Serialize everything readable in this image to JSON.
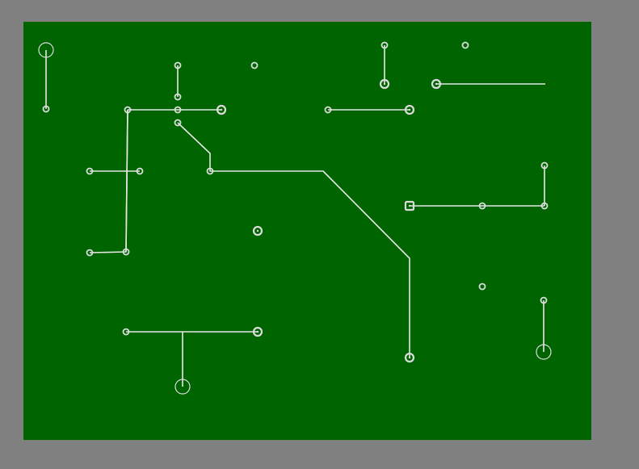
{
  "board": {
    "background_color": "#808080",
    "board_color": "#006400",
    "trace_color": "#E6E6E6",
    "pad_color": "#DCDCDC"
  },
  "pads": [
    {
      "id": "pad-1",
      "shape": "circle-large"
    },
    {
      "id": "pad-2",
      "shape": "circle-small"
    },
    {
      "id": "pad-3",
      "shape": "circle-small"
    },
    {
      "id": "pad-4",
      "shape": "circle-small"
    },
    {
      "id": "pad-5",
      "shape": "circle-small"
    },
    {
      "id": "pad-6",
      "shape": "circle-small"
    },
    {
      "id": "pad-7",
      "shape": "circle-small"
    },
    {
      "id": "pad-8",
      "shape": "circle-ring"
    },
    {
      "id": "pad-9",
      "shape": "circle-small"
    },
    {
      "id": "pad-10",
      "shape": "circle-small"
    },
    {
      "id": "pad-11",
      "shape": "circle-small"
    },
    {
      "id": "pad-12",
      "shape": "circle-small"
    },
    {
      "id": "pad-13",
      "shape": "circle-ring"
    },
    {
      "id": "pad-14",
      "shape": "circle-small"
    },
    {
      "id": "pad-15",
      "shape": "circle-small"
    },
    {
      "id": "pad-16",
      "shape": "circle-ring"
    },
    {
      "id": "pad-17",
      "shape": "circle-small"
    },
    {
      "id": "pad-18",
      "shape": "circle-ring"
    },
    {
      "id": "pad-19",
      "shape": "circle-ring"
    },
    {
      "id": "pad-20",
      "shape": "circle-small"
    },
    {
      "id": "pad-21",
      "shape": "circle-small"
    },
    {
      "id": "pad-22",
      "shape": "square-ring"
    },
    {
      "id": "pad-23",
      "shape": "circle-small"
    },
    {
      "id": "pad-24",
      "shape": "circle-small"
    },
    {
      "id": "pad-25",
      "shape": "circle-small"
    },
    {
      "id": "pad-26",
      "shape": "circle-ring"
    },
    {
      "id": "pad-27",
      "shape": "circle-small"
    },
    {
      "id": "pad-28",
      "shape": "circle-small"
    },
    {
      "id": "pad-29",
      "shape": "circle-large"
    },
    {
      "id": "pad-30",
      "shape": "circle-small"
    },
    {
      "id": "pad-31",
      "shape": "circle-ring"
    },
    {
      "id": "pad-32",
      "shape": "circle-large"
    }
  ],
  "traces": [
    {
      "id": "trace-1"
    },
    {
      "id": "trace-2"
    },
    {
      "id": "trace-3"
    },
    {
      "id": "trace-4"
    },
    {
      "id": "trace-5"
    },
    {
      "id": "trace-6"
    },
    {
      "id": "trace-7"
    },
    {
      "id": "trace-8"
    },
    {
      "id": "trace-9"
    },
    {
      "id": "trace-10"
    },
    {
      "id": "trace-11"
    },
    {
      "id": "trace-12"
    },
    {
      "id": "trace-13"
    },
    {
      "id": "trace-14"
    },
    {
      "id": "trace-15"
    }
  ]
}
